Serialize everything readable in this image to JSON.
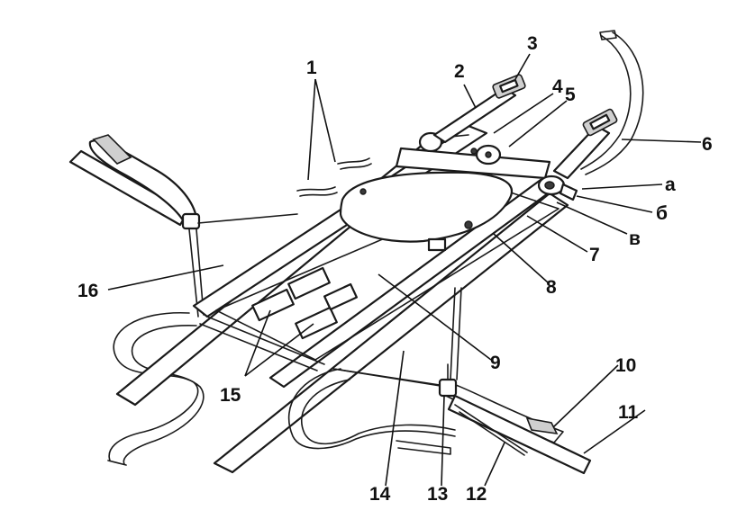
{
  "labels": [
    {
      "id": "1",
      "text": "1"
    },
    {
      "id": "2",
      "text": "2"
    },
    {
      "id": "3",
      "text": "3"
    },
    {
      "id": "4",
      "text": "4"
    },
    {
      "id": "5",
      "text": "5"
    },
    {
      "id": "6",
      "text": "6"
    },
    {
      "id": "a",
      "text": "а"
    },
    {
      "id": "b",
      "text": "б"
    },
    {
      "id": "v",
      "text": "в"
    },
    {
      "id": "7",
      "text": "7"
    },
    {
      "id": "8",
      "text": "8"
    },
    {
      "id": "9",
      "text": "9"
    },
    {
      "id": "10",
      "text": "10"
    },
    {
      "id": "11",
      "text": "11"
    },
    {
      "id": "12",
      "text": "12"
    },
    {
      "id": "13",
      "text": "13"
    },
    {
      "id": "14",
      "text": "14"
    },
    {
      "id": "15",
      "text": "15"
    },
    {
      "id": "16",
      "text": "16"
    }
  ]
}
